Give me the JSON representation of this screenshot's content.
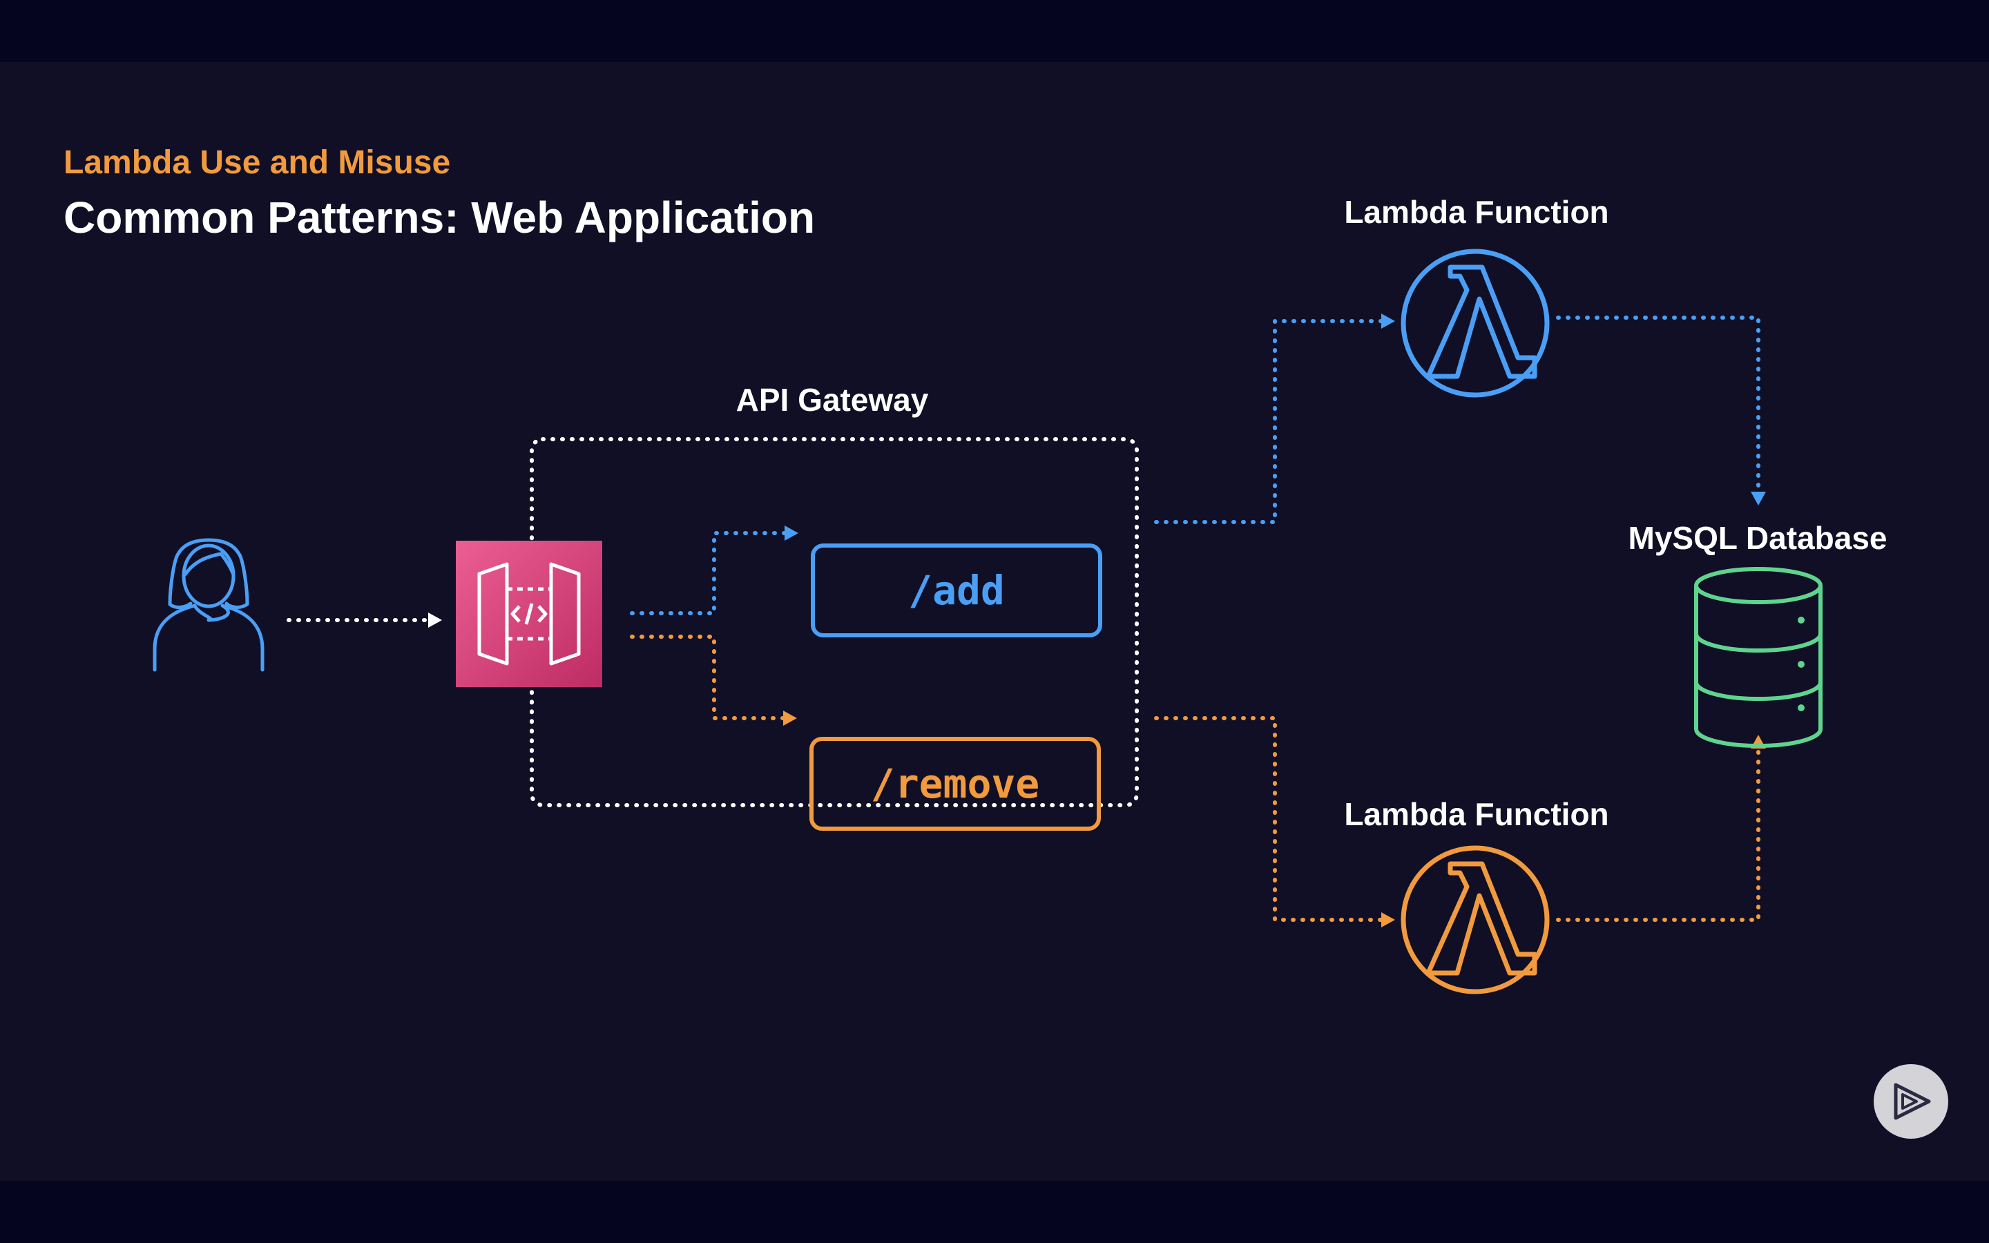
{
  "header": {
    "subtitle": "Lambda Use and Misuse",
    "title": "Common Patterns: Web Application"
  },
  "diagram": {
    "api_gateway_label": "API Gateway",
    "routes": {
      "add": "/add",
      "remove": "/remove"
    },
    "lambda_top_label": "Lambda Function",
    "lambda_bottom_label": "Lambda Function",
    "database_label": "MySQL Database"
  },
  "colors": {
    "background": "#100f26",
    "letterbox": "#060520",
    "blue": "#4a9ff5",
    "orange": "#f19a3e",
    "green": "#5fd48e",
    "gateway_pink": "#d13f76",
    "white": "#ffffff"
  },
  "icons": {
    "user": "user-icon",
    "gateway": "api-gateway-icon",
    "lambda": "lambda-icon",
    "database": "database-icon",
    "play": "play-icon"
  }
}
